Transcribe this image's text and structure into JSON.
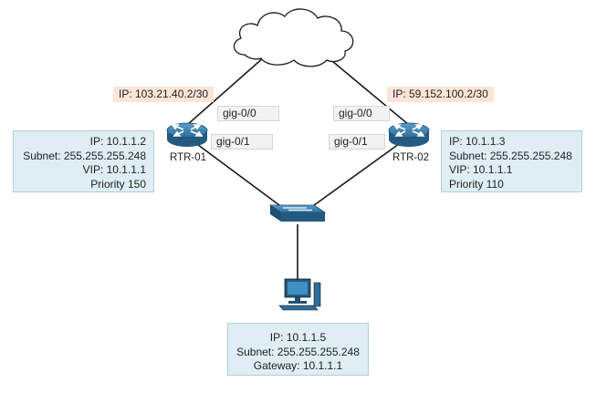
{
  "colors": {
    "router": "#2d6d9a",
    "switch": "#2d6d9a",
    "ip_tag_bg": "#fbe5d6",
    "info_box_bg": "#deeef4",
    "link": "#1a1a1a"
  },
  "icons": {
    "cloud": "cloud-icon",
    "router": "router-icon",
    "switch": "switch-icon",
    "pc": "computer-icon"
  },
  "rtr01": {
    "name": "RTR-01",
    "wan_ip": "IP: 103.21.40.2/30",
    "port_wan": "gig-0/0",
    "port_lan": "gig-0/1",
    "info": {
      "ip": "IP: 10.1.1.2",
      "subnet": "Subnet: 255.255.255.248",
      "vip": "VIP: 10.1.1.1",
      "priority": "Priority 150"
    }
  },
  "rtr02": {
    "name": "RTR-02",
    "wan_ip": "IP: 59.152.100.2/30",
    "port_wan": "gig-0/0",
    "port_lan": "gig-0/1",
    "info": {
      "ip": "IP: 10.1.1.3",
      "subnet": "Subnet: 255.255.255.248",
      "vip": "VIP: 10.1.1.1",
      "priority": "Priority 110"
    }
  },
  "host": {
    "info": {
      "ip": "IP: 10.1.1.5",
      "subnet": "Subnet: 255.255.255.248",
      "gateway": "Gateway: 10.1.1.1"
    }
  }
}
